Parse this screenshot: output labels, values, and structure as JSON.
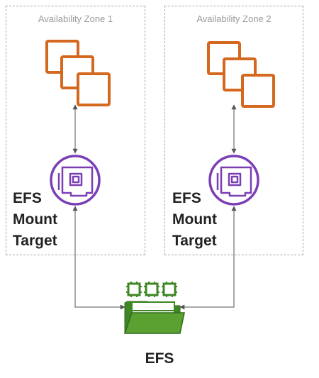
{
  "zones": [
    {
      "label": "Availability Zone 1"
    },
    {
      "label": "Availability Zone 2"
    }
  ],
  "mount_target_label": [
    "EFS",
    "Mount",
    "Target"
  ],
  "efs_label": "EFS",
  "icons": {
    "instances": "ec2-instances-icon",
    "mount_target": "efs-mount-target-icon",
    "efs": "efs-file-system-icon"
  },
  "colors": {
    "instance_orange": "#d4681f",
    "mount_purple": "#7b3fb5",
    "efs_green": "#3f8624",
    "zone_border": "#a8a8a8",
    "connector": "#555555"
  }
}
